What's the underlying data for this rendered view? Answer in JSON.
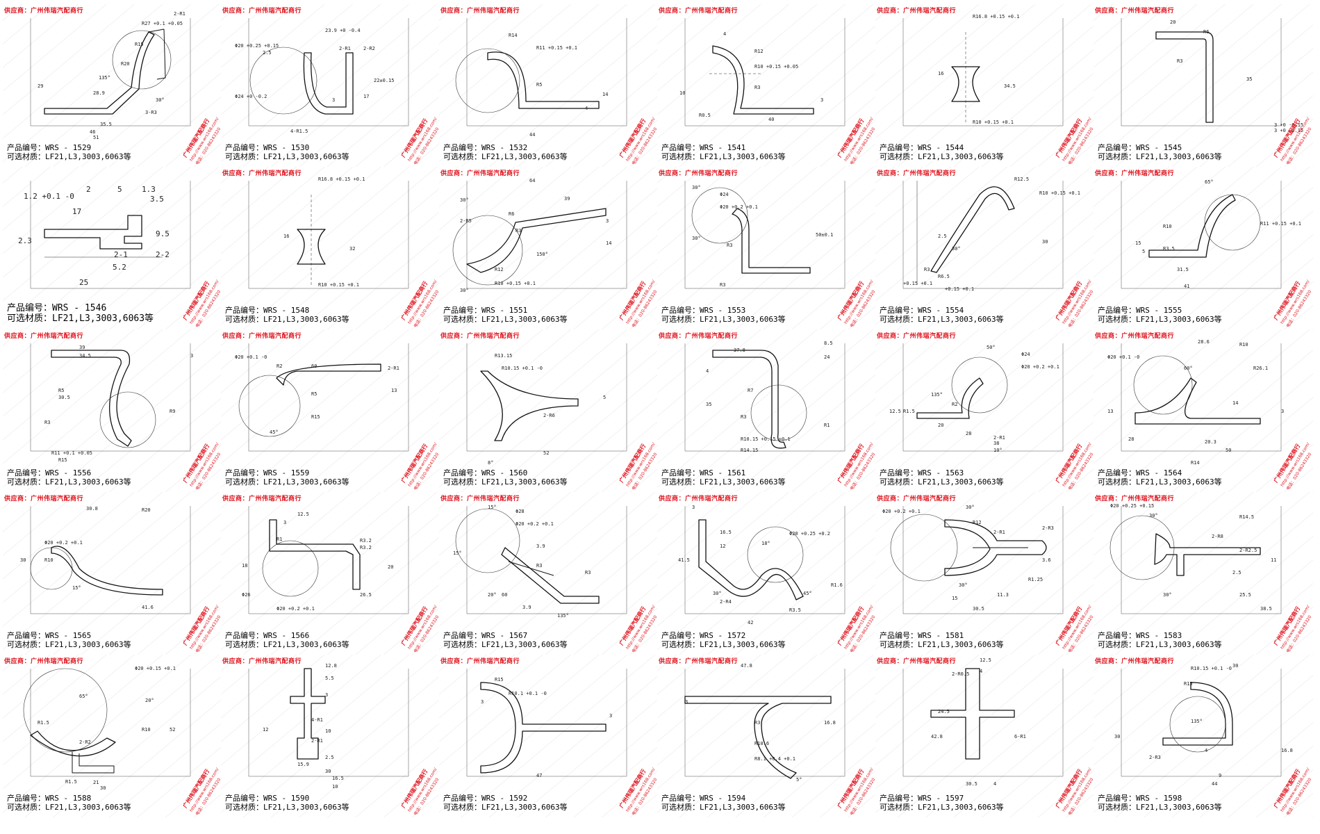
{
  "sheet": {
    "supplier": "供应商：广州伟瑞汽配商行",
    "label_code": "产品编号：",
    "label_material": "可选材质：",
    "stamp": {
      "name": "广州伟瑞汽配商行",
      "url": "http://www.wrs168.com/",
      "phone": "电话：020-86243320"
    },
    "colors": {
      "supplier_red": "#e0141e",
      "stamp_red": "#e0141e",
      "line": "#111111"
    }
  },
  "products": [
    {
      "code": "WRS - 1529",
      "material": "LF21,L3,3003,6063等"
    },
    {
      "code": "WRS - 1530",
      "material": "LF21,L3,3003,6063等"
    },
    {
      "code": "WRS - 1532",
      "material": "LF21,L3,3003,6063等"
    },
    {
      "code": "WRS - 1541",
      "material": "LF21,L3,3003,6063等"
    },
    {
      "code": "WRS - 1544",
      "material": "LF21,L3,3003,6063等"
    },
    {
      "code": "WRS - 1545",
      "material": "LF21,L3,3003,6063等"
    },
    {
      "code": "WRS - 1546",
      "material": "LF21,L3,3003,6063等"
    },
    {
      "code": "WRS - 1548",
      "material": "LF21,L3,3003,6063等"
    },
    {
      "code": "WRS - 1551",
      "material": "LF21,L3,3003,6063等"
    },
    {
      "code": "WRS - 1553",
      "material": "LF21,L3,3003,6063等"
    },
    {
      "code": "WRS - 1554",
      "material": "LF21,L3,3003,6063等"
    },
    {
      "code": "WRS - 1555",
      "material": "LF21,L3,3003,6063等"
    },
    {
      "code": "WRS - 1556",
      "material": "LF21,L3,3003,6063等"
    },
    {
      "code": "WRS - 1559",
      "material": "LF21,L3,3003,6063等"
    },
    {
      "code": "WRS - 1560",
      "material": "LF21,L3,3003,6063等"
    },
    {
      "code": "WRS - 1561",
      "material": "LF21,L3,3003,6063等"
    },
    {
      "code": "WRS - 1563",
      "material": "LF21,L3,3003,6063等"
    },
    {
      "code": "WRS - 1564",
      "material": "LF21,L3,3003,6063等"
    },
    {
      "code": "WRS - 1565",
      "material": "LF21,L3,3003,6063等"
    },
    {
      "code": "WRS - 1566",
      "material": "LF21,L3,3003,6063等"
    },
    {
      "code": "WRS - 1567",
      "material": "LF21,L3,3003,6063等"
    },
    {
      "code": "WRS - 1572",
      "material": "LF21,L3,3003,6063等"
    },
    {
      "code": "WRS - 1581",
      "material": "LF21,L3,3003,6063等"
    },
    {
      "code": "WRS - 1583",
      "material": "LF21,L3,3003,6063等"
    },
    {
      "code": "WRS - 1588",
      "material": "LF21,L3,3003,6063等"
    },
    {
      "code": "WRS - 1590",
      "material": "LF21,L3,3003,6063等"
    },
    {
      "code": "WRS - 1592",
      "material": "LF21,L3,3003,6063等"
    },
    {
      "code": "WRS - 1594",
      "material": "LF21,L3,3003,6063等"
    },
    {
      "code": "WRS - 1597",
      "material": "LF21,L3,3003,6063等"
    },
    {
      "code": "WRS - 1598",
      "material": "LF21,L3,3003,6063等"
    }
  ],
  "dims": [
    [
      "R27 +0.1 +0.05",
      "2-R1",
      "R15",
      "R20",
      "135°",
      "28.9",
      "35.5",
      "46",
      "51",
      "3-R3",
      "30°",
      "29"
    ],
    [
      "23.9 +0 -0.4",
      "Φ20 +0.25 +0.15",
      "2.5",
      "2-R1",
      "2-R2",
      "Φ24 +0 -0.2",
      "3",
      "17",
      "22±0.15",
      "4-R1.5"
    ],
    [
      "R14",
      "R11 +0.15 +0.1",
      "R5",
      "44",
      "4",
      "14"
    ],
    [
      "4",
      "R12",
      "R10 +0.15 +0.05",
      "R3",
      "10",
      "R0.5",
      "40",
      "3"
    ],
    [
      "R16.8 +0.15 +0.1",
      "16",
      "34.5",
      "R10 +0.15 +0.1"
    ],
    [
      "20",
      "R6",
      "3 +0 -0.15",
      "R3",
      "35",
      "3 +0 -0.15"
    ],
    [
      "1.2 +0.1 -0",
      "2",
      "5",
      "1.3",
      "3.5",
      "17",
      "2.3",
      "9.5",
      "2-1",
      "5.2",
      "2-2",
      "25"
    ],
    [
      "R16.8 +0.15 +0.1",
      "16",
      "32",
      "R10 +0.15 +0.1"
    ],
    [
      "64",
      "39",
      "30°",
      "2-R5",
      "R6",
      "R3",
      "150°",
      "R12",
      "R10 +0.15 +0.1",
      "30°",
      "3",
      "14"
    ],
    [
      "30°",
      "Φ24",
      "Φ20 +0.2 +0.1",
      "30°",
      "R3",
      "R3",
      "50±0.1"
    ],
    [
      "R12.5",
      "R10 +0.15 +0.1",
      "2.5",
      "30°",
      "R3",
      "R6.5",
      "+0.15 +0.1",
      "+0.15 +0.1",
      "30"
    ],
    [
      "65°",
      "R10",
      "R11 +0.15 +0.1",
      "R3.5",
      "31.5",
      "41",
      "15",
      "5"
    ],
    [
      "39",
      "34.5",
      "3",
      "R5",
      "R3",
      "R9",
      "R11 +0.1 +0.05",
      "R15",
      "30.5"
    ],
    [
      "Φ20 +0.1 -0",
      "R2",
      "60",
      "2-R1",
      "R5",
      "R15",
      "45°",
      "13"
    ],
    [
      "R13.15",
      "R10.15 +0.1 -0",
      "2-R6",
      "52",
      "8°",
      "5"
    ],
    [
      "37.8",
      "8.5",
      "24",
      "4",
      "R7",
      "R3",
      "35",
      "R10.15 +0.15 +0.1",
      "R14.15",
      "R1"
    ],
    [
      "50°",
      "Φ24",
      "Φ20 +0.2 +0.1",
      "R1.5",
      "135°",
      "R2",
      "20",
      "28",
      "2-R1",
      "38",
      "10°",
      "12.5"
    ],
    [
      "28.6",
      "R10",
      "Φ20 +0.1 -0",
      "60°",
      "R26.1",
      "3",
      "13",
      "14",
      "20.3",
      "50",
      "R14",
      "28"
    ],
    [
      "30.8",
      "R20",
      "Φ20 +0.2 +0.1",
      "R10",
      "15°",
      "41.6",
      "30"
    ],
    [
      "12.5",
      "3",
      "R1",
      "R3.2",
      "R3.2",
      "18",
      "Φ26",
      "Φ20 +0.2 +0.1",
      "26.5",
      "20"
    ],
    [
      "15°",
      "Φ28",
      "Φ20 +0.2 +0.1",
      "3.9",
      "R3",
      "R3",
      "135°",
      "60",
      "3.9",
      "20°",
      "15°"
    ],
    [
      "3",
      "16.5",
      "12",
      "Φ20 +0.25 +0.2",
      "18°",
      "R1.6",
      "41.5",
      "30°",
      "2-R4",
      "R3.5",
      "42",
      "45°"
    ],
    [
      "Φ20 +0.2 +0.1",
      "30°",
      "R12",
      "2-R1",
      "2-R3",
      "R1.25",
      "30°",
      "15",
      "11.3",
      "30.5",
      "3.6"
    ],
    [
      "Φ20 +0.25 +0.15",
      "30°",
      "R14.5",
      "2-R8",
      "2-R2.5",
      "2.5",
      "25.5",
      "30°",
      "38.5",
      "11"
    ],
    [
      "Φ20 +0.15 +0.1",
      "65°",
      "20°",
      "R1.5",
      "R10",
      "2-R2",
      "R1.5",
      "21",
      "30",
      "52"
    ],
    [
      "12.8",
      "5.5",
      "3",
      "4-R1",
      "10",
      "2-R1",
      "2.5",
      "16.5",
      "10",
      "15.9",
      "30",
      "12"
    ],
    [
      "R15",
      "R10.1 +0.1 -0",
      "47",
      "3",
      "3"
    ],
    [
      "47.8",
      "3",
      "R3",
      "R10.6",
      "R8.1 +0.4 +0.1",
      "16.8",
      "5°"
    ],
    [
      "12.5",
      "4",
      "2-R0.5",
      "24.5",
      "42.8",
      "6-R1",
      "30.5",
      "4"
    ],
    [
      "R10.15 +0.1 -0",
      "30",
      "R15",
      "135°",
      "4",
      "2-R3",
      "44",
      "9",
      "16.8",
      "30"
    ]
  ]
}
